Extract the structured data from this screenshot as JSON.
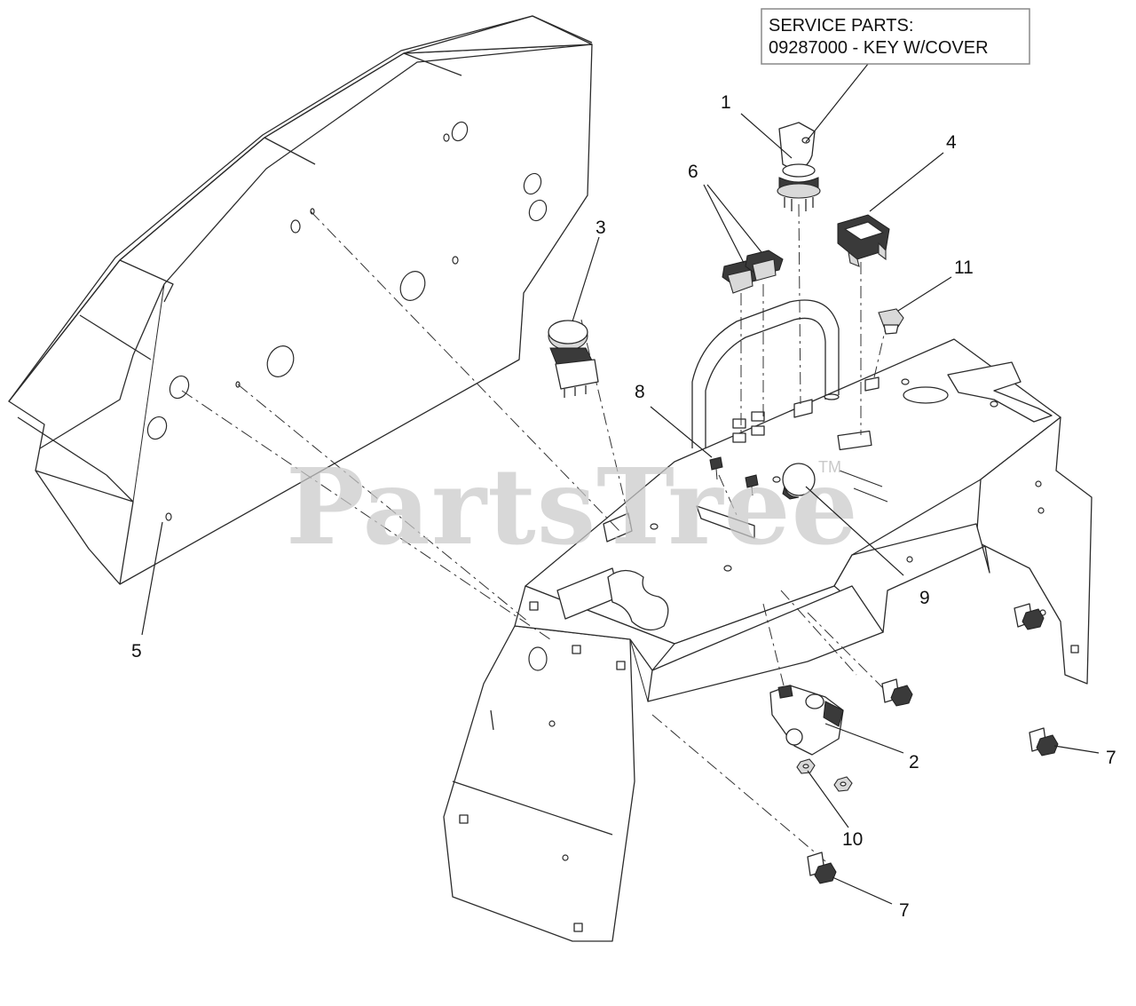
{
  "service_parts": {
    "line1": "SERVICE PARTS:",
    "line2": "09287000 - KEY W/COVER"
  },
  "callouts": {
    "c1": "1",
    "c2": "2",
    "c3": "3",
    "c4": "4",
    "c5": "5",
    "c6": "6",
    "c7a": "7",
    "c7b": "7",
    "c8": "8",
    "c9": "9",
    "c10": "10",
    "c11": "11"
  },
  "watermark": {
    "text": "PartsTree",
    "tm": "TM"
  }
}
